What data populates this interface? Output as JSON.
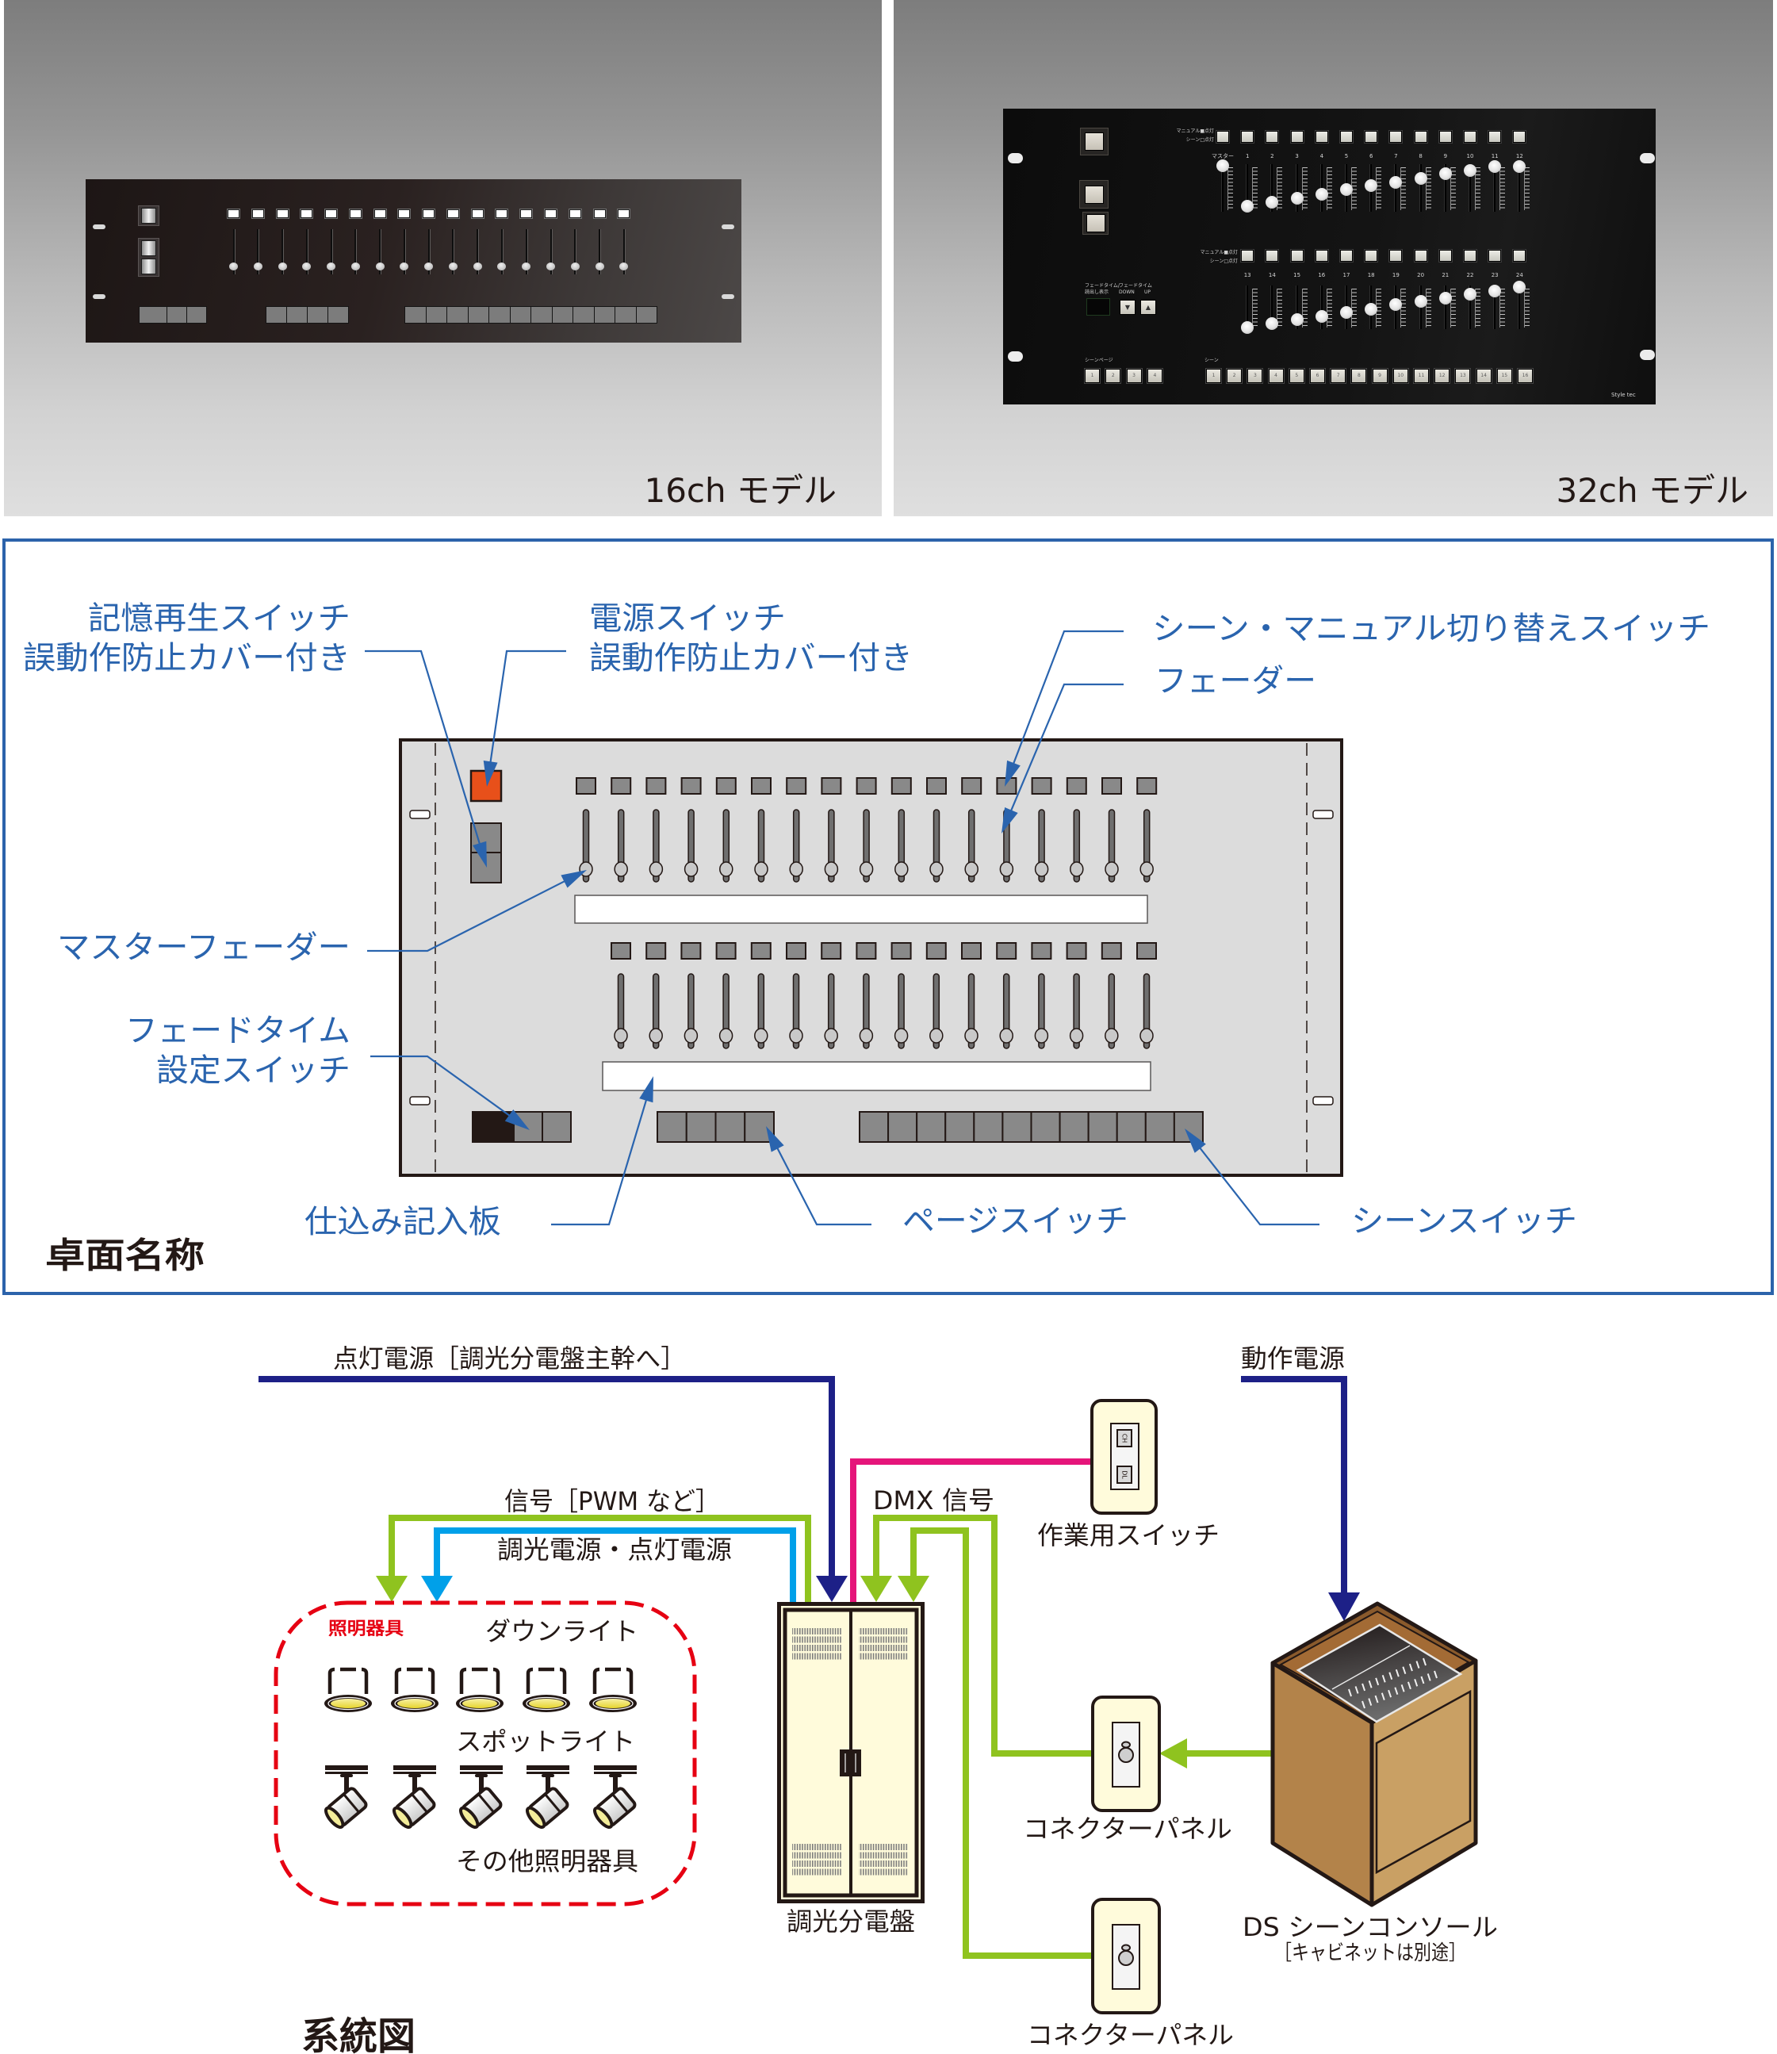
{
  "photos": {
    "model_16ch": {
      "caption": "16ch モデル",
      "fader_levels": [
        0.15,
        0.15,
        0.15,
        0.15,
        0.15,
        0.15,
        0.15,
        0.15,
        0.15,
        0.15,
        0.15,
        0.15,
        0.15,
        0.15,
        0.15,
        0.15,
        0.15
      ],
      "bottom_button_groups": [
        3,
        4,
        12
      ],
      "panel_color": "#2a2120"
    },
    "model_32ch": {
      "caption": "32ch モデル",
      "brand": "Style tec",
      "mode_label_manual": "マニュアル■点灯",
      "mode_label_scene": "シーン□点灯",
      "master_label": "マスター",
      "master_level": 1.0,
      "row1_channels": [
        "1",
        "2",
        "3",
        "4",
        "5",
        "6",
        "7",
        "8",
        "9",
        "10",
        "11",
        "12"
      ],
      "row1_levels": [
        0.09,
        0.17,
        0.27,
        0.36,
        0.47,
        0.56,
        0.63,
        0.72,
        0.82,
        0.9,
        0.98,
        0.99
      ],
      "row2_channels": [
        "13",
        "14",
        "15",
        "16",
        "17",
        "18",
        "19",
        "20",
        "21",
        "22",
        "23",
        "24"
      ],
      "row2_levels": [
        0.0,
        0.09,
        0.19,
        0.28,
        0.37,
        0.46,
        0.56,
        0.65,
        0.73,
        0.83,
        0.91,
        1.0
      ],
      "fade_display_label_1": "フェードタイム/",
      "fade_display_label_2": "読出し表示",
      "fade_time_label": "フェードタイム",
      "fade_down_label": "DOWN",
      "fade_up_label": "UP",
      "fade_down_glyph": "▼",
      "fade_up_glyph": "▲",
      "scene_page_label": "シーンページ",
      "scene_page_buttons": [
        "1",
        "2",
        "3",
        "4"
      ],
      "scene_label": "シーン",
      "scene_buttons": [
        "1",
        "2",
        "3",
        "4",
        "5",
        "6",
        "7",
        "8",
        "9",
        "10",
        "11",
        "12",
        "13",
        "14",
        "15",
        "16"
      ]
    }
  },
  "panel_names": {
    "title": "卓面名称",
    "labels": {
      "memory_switch_1": "記憶再生スイッチ",
      "memory_switch_2": "誤動作防止カバー付き",
      "power_switch_1": "電源スイッチ",
      "power_switch_2": "誤動作防止カバー付き",
      "scene_manual_switch": "シーン・マニュアル切り替えスイッチ",
      "fader": "フェーダー",
      "master_fader": "マスターフェーダー",
      "fade_time_switch_1": "フェードタイム",
      "fade_time_switch_2": "設定スイッチ",
      "setup_board": "仕込み記入板",
      "page_switch": "ページスイッチ",
      "scene_switch": "シーンスイッチ"
    },
    "row1_fader_levels": [
      0.15,
      0.15,
      0.15,
      0.15,
      0.15,
      0.15,
      0.15,
      0.15,
      0.15,
      0.15,
      0.15,
      0.15,
      0.15,
      0.15,
      0.15,
      0.15,
      0.15
    ],
    "row2_fader_levels": [
      0.15,
      0.15,
      0.15,
      0.15,
      0.15,
      0.15,
      0.15,
      0.15,
      0.15,
      0.15,
      0.15,
      0.15,
      0.15,
      0.15,
      0.15,
      0.15
    ],
    "page_switch_count": 4,
    "scene_switch_count": 12,
    "colors": {
      "label": "#2a64ae",
      "frame": "#2c63ab",
      "power_switch": "#e8501a",
      "switch": "#898989",
      "faceplate": "#dcdcdc"
    }
  },
  "system_diagram": {
    "title": "系統図",
    "lines": {
      "lighting_power": "点灯電源［調光分電盤主幹へ］",
      "signal": "信号［PWM など］",
      "dimming_power": "調光電源・点灯電源",
      "dmx": "DMX 信号",
      "operating_power": "動作電源"
    },
    "fixtures": {
      "group_label": "照明器具",
      "downlight": "ダウンライト",
      "spotlight": "スポットライト",
      "other": "その他照明器具",
      "downlight_count": 5,
      "spotlight_count": 5
    },
    "dimmer_panel": "調光分電盤",
    "work_switch": {
      "label": "作業用スイッチ",
      "buttons": [
        "CH",
        "DL"
      ]
    },
    "connector_panels": [
      "コネクターパネル",
      "コネクターパネル"
    ],
    "console": {
      "label": "DS シーンコンソール",
      "note": "［キャビネットは別途］"
    },
    "colors": {
      "power": "#1d2087",
      "signal": "#8fc31f",
      "dimming": "#00a0e9",
      "work": "#e5157a",
      "fixture_border": "#e60012",
      "cream": "#fffbdb",
      "text": "#231815"
    }
  }
}
